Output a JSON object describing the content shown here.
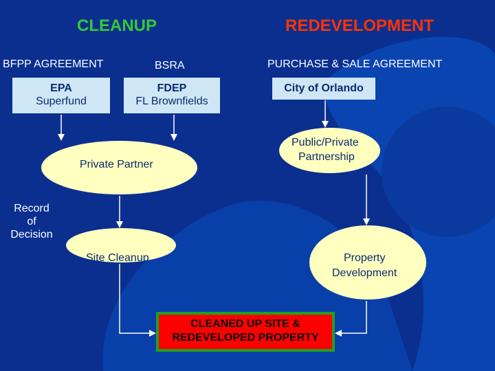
{
  "headings": {
    "cleanup": "CLEANUP",
    "redevelopment": "REDEVELOPMENT"
  },
  "agreements": {
    "bfpp": "BFPP AGREEMENT",
    "bsra": "BSRA",
    "purchase_sale": "PURCHASE & SALE AGREEMENT"
  },
  "parties": {
    "epa": {
      "name": "EPA",
      "program": "Superfund"
    },
    "fdep": {
      "name": "FDEP",
      "program": "FL Brownfields"
    },
    "orlando": {
      "name": "City of Orlando"
    }
  },
  "nodes": {
    "private_partner": "Private Partner",
    "public_private": [
      "Public/Private",
      "Partnership"
    ],
    "site_cleanup": "Site Cleanup",
    "property_development": [
      "Property",
      "Development"
    ]
  },
  "record_of_decision": [
    "Record",
    "of",
    "Decision"
  ],
  "result": [
    "CLEANED UP SITE &",
    "REDEVELOPED PROPERTY"
  ],
  "colors": {
    "background": "#0b2f8f",
    "cleanup_heading": "#33cc33",
    "redevelopment_heading": "#ff3300",
    "node_fill": "#ffffc0",
    "party_box_fill": "#cfe6f5",
    "result_fill": "#ff0000",
    "result_border": "#20a020"
  }
}
